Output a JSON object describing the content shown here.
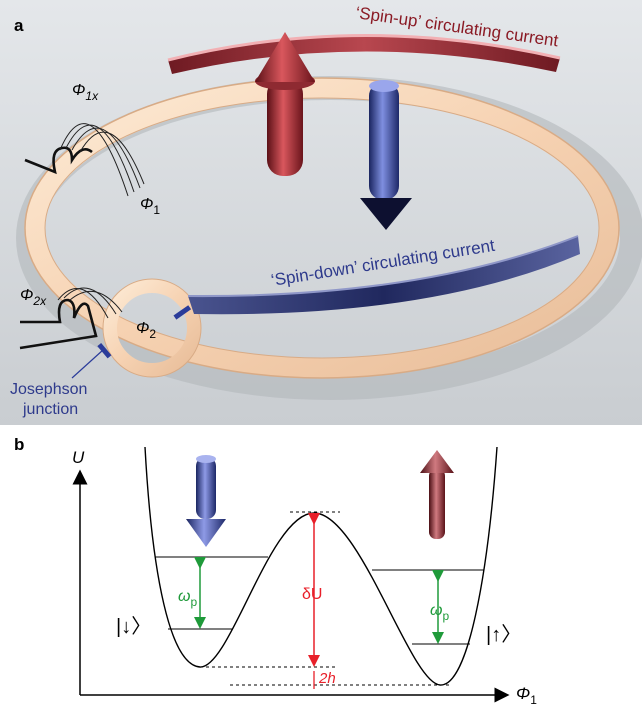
{
  "panel_a": {
    "panel_label": "a",
    "spin_up_label": "‘Spin-up’ circulating current",
    "spin_down_label": "‘Spin-down’ circulating current",
    "phi_1x": "Φ",
    "phi_1x_sub": "1x",
    "phi_1": "Φ",
    "phi_1_sub": "1",
    "phi_2x": "Φ",
    "phi_2x_sub": "2x",
    "phi_2": "Φ",
    "phi_2_sub": "2",
    "junction_line1": "Josephson",
    "junction_line2": "junction",
    "colors": {
      "ring": "#f3d9bf",
      "spin_up": "#9e2a33",
      "spin_down": "#2e3a8c",
      "junction": "#2b3c9a"
    }
  },
  "panel_b": {
    "panel_label": "b",
    "y_axis_label": "U",
    "x_axis_label": "Φ",
    "x_axis_sub": "1",
    "omega_left": "ω",
    "omega_left_sub": "p",
    "omega_right": "ω",
    "omega_right_sub": "p",
    "delta_u": "δU",
    "two_h": "2h",
    "ket_down": "|↓〉",
    "ket_up": "|↑〉",
    "colors": {
      "omega": "#1f9a3a",
      "delta": "#e8202a",
      "curve": "#000000"
    }
  }
}
